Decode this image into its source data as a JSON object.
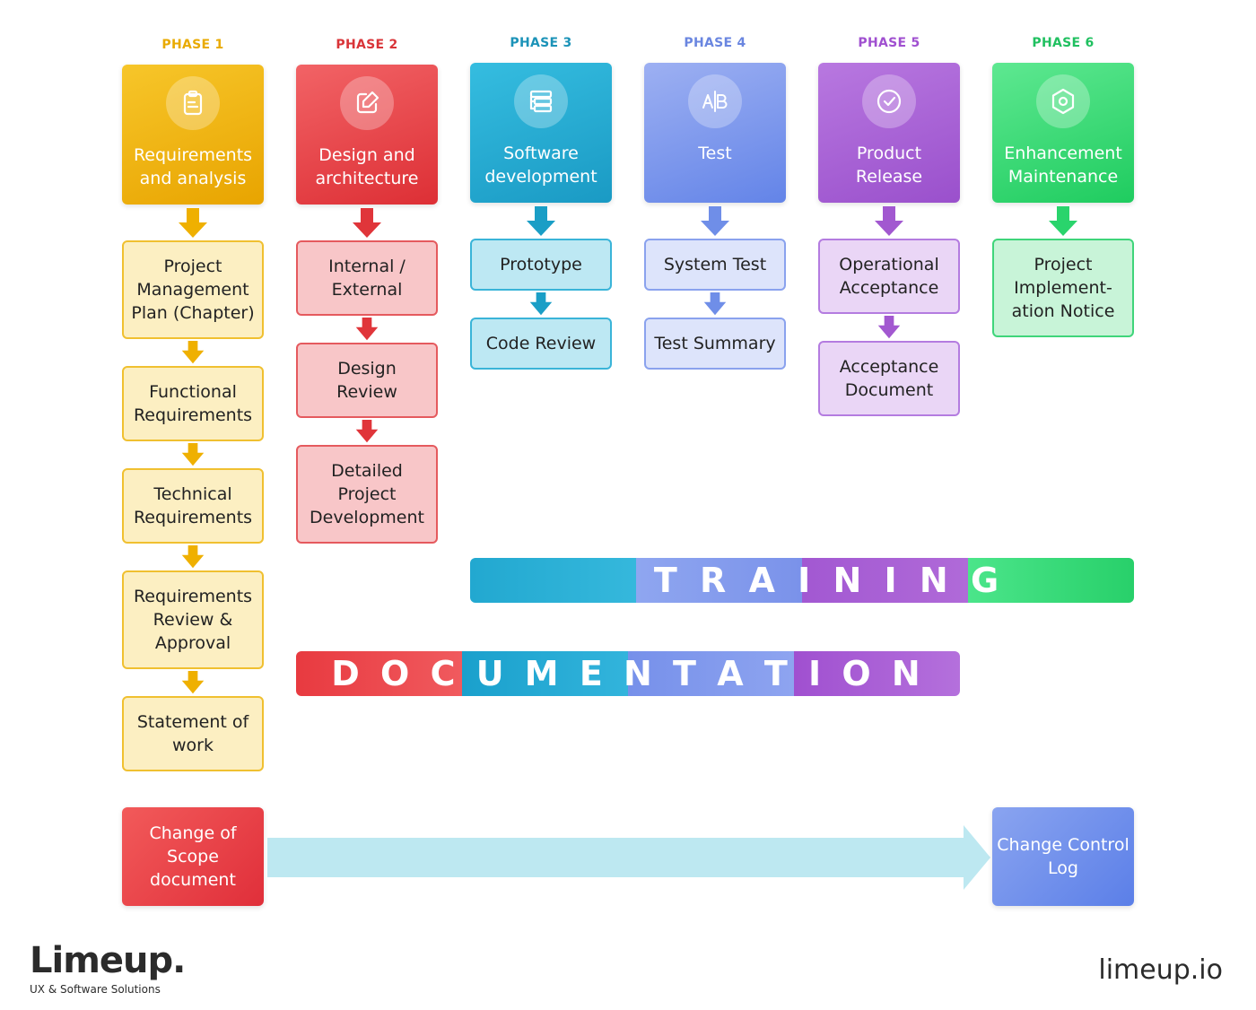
{
  "colors": {
    "phase1": "#e9aa00",
    "phase2": "#e03a3e",
    "phase3": "#1ea3c8",
    "phase4": "#6f8ee8",
    "phase5": "#a45bd2",
    "phase6": "#27d36a"
  },
  "phases": [
    {
      "label": "PHASE 1",
      "title": "Requirements\nand analysis",
      "icon": "clipboard-icon",
      "items": [
        "Project\nManagement\nPlan (Chapter)",
        "Functional\nRequirements",
        "Technical\nRequirements",
        "Requirements\nReview &\nApproval",
        "Statement of\nwork"
      ]
    },
    {
      "label": "PHASE 2",
      "title": "Design and\narchitecture",
      "icon": "edit-icon",
      "items": [
        "Internal /\nExternal",
        "Design\nReview",
        "Detailed\nProject\nDevelopment"
      ]
    },
    {
      "label": "PHASE 3",
      "title": "Software\ndevelopment",
      "icon": "server-stack-icon",
      "items": [
        "Prototype",
        "Code Review"
      ]
    },
    {
      "label": "PHASE 4",
      "title": "Test",
      "icon": "ab-test-icon",
      "items": [
        "System Test",
        "Test Summary"
      ]
    },
    {
      "label": "PHASE 5",
      "title": "Product\nRelease",
      "icon": "check-circle-icon",
      "items": [
        "Operational\nAcceptance",
        "Acceptance\nDocument"
      ]
    },
    {
      "label": "PHASE 6",
      "title": "Enhancement\nMaintenance",
      "icon": "hexagon-nut-icon",
      "items": [
        "Project\nImplement-\nation Notice"
      ]
    }
  ],
  "bands": {
    "training": "T R A I N I N G",
    "documentation": "D O C U M E N T A T I O N"
  },
  "change_of_scope": "Change of\nScope\ndocument",
  "change_control_log": "Change Control\nLog",
  "logo": {
    "name": "Limeup.",
    "tagline": "UX & Software Solutions"
  },
  "site": "limeup.io"
}
